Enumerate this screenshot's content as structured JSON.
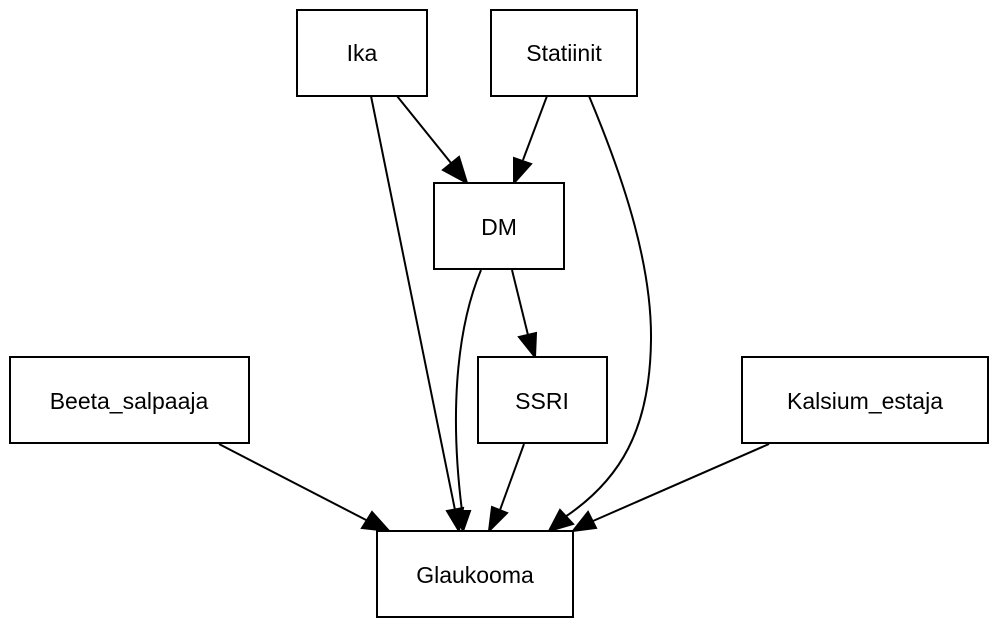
{
  "diagram": {
    "nodes": {
      "ika": "Ika",
      "statiinit": "Statiinit",
      "dm": "DM",
      "beeta_salpaaja": "Beeta_salpaaja",
      "ssri": "SSRI",
      "kalsium_estaja": "Kalsium_estaja",
      "glaukooma": "Glaukooma"
    },
    "edges": [
      {
        "from": "Ika",
        "to": "DM"
      },
      {
        "from": "Ika",
        "to": "Glaukooma"
      },
      {
        "from": "Statiinit",
        "to": "DM"
      },
      {
        "from": "Statiinit",
        "to": "Glaukooma"
      },
      {
        "from": "DM",
        "to": "SSRI"
      },
      {
        "from": "DM",
        "to": "Glaukooma"
      },
      {
        "from": "SSRI",
        "to": "Glaukooma"
      },
      {
        "from": "Beeta_salpaaja",
        "to": "Glaukooma"
      },
      {
        "from": "Kalsium_estaja",
        "to": "Glaukooma"
      }
    ]
  }
}
